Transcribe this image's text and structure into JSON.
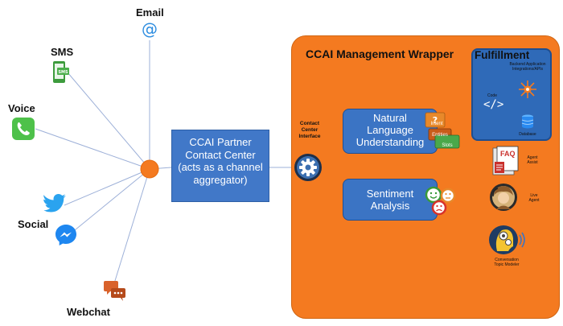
{
  "channels": {
    "email": "Email",
    "sms": "SMS",
    "voice": "Voice",
    "social": "Social",
    "webchat": "Webchat",
    "sms_screen": "SMS"
  },
  "partner": {
    "line1": "CCAI Partner",
    "line2": "Contact Center",
    "line3": "(acts as a channel",
    "line4": "aggregator)"
  },
  "wrapper": {
    "title": "CCAI Management Wrapper",
    "contact_center_interface": "Contact Center Interface"
  },
  "nlu": {
    "line1": "Natural",
    "line2": "Language",
    "line3": "Understanding",
    "intent": "Intent",
    "entities": "Entities",
    "slots": "Slots"
  },
  "sentiment": {
    "line1": "Sentiment",
    "line2": "Analysis"
  },
  "fulfillment": {
    "title": "Fulfillment",
    "backend": "Backend Application Integrations/APIs",
    "code": "Code",
    "database": "Database"
  },
  "agents": {
    "faq": "FAQ",
    "agent_assist": "Agent Assist",
    "live_agent": "Live Agent",
    "topic_modeler": "Conversation Topic Modeler"
  },
  "colors": {
    "wrapper": "#f47a20",
    "box_blue": "#3b74c4",
    "hub": "#f47a20",
    "line": "#9aaed6"
  }
}
